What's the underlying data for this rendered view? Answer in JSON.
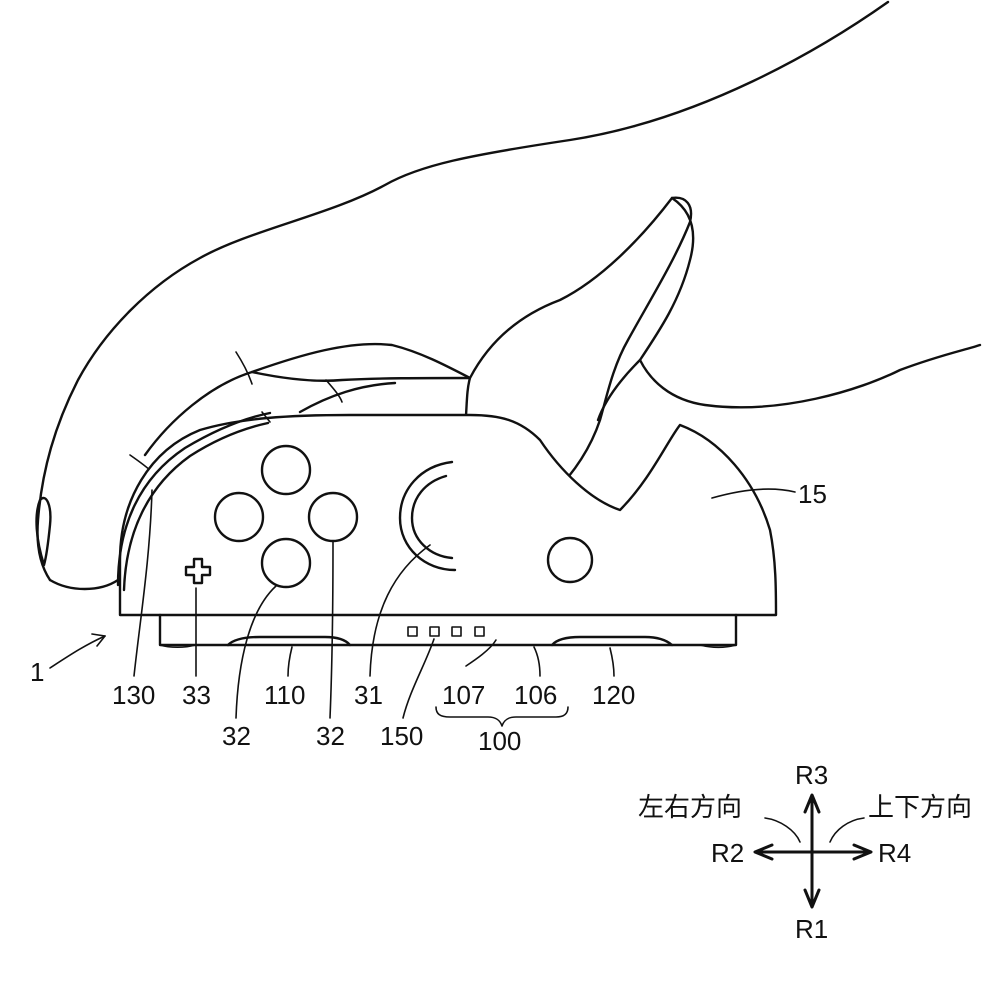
{
  "labels": {
    "l15": "15",
    "l1": "1",
    "l130": "130",
    "l33": "33",
    "l110": "110",
    "l31": "31",
    "l107": "107",
    "l106": "106",
    "l120": "120",
    "l32a": "32",
    "l32b": "32",
    "l150": "150",
    "l100": "100"
  },
  "directions": {
    "up": "R3",
    "down": "R1",
    "left": "R2",
    "right": "R4",
    "horizontal_axis": "左右方向",
    "vertical_axis": "上下方向"
  }
}
